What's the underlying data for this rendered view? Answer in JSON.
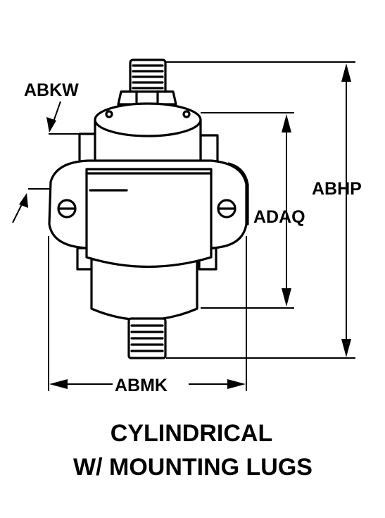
{
  "labels": {
    "abkw": "ABKW",
    "adaq": "ADAQ",
    "abhp": "ABHP",
    "abmk": "ABMK"
  },
  "caption": {
    "line1": "CYLINDRICAL",
    "line2": "W/ MOUNTING LUGS"
  }
}
